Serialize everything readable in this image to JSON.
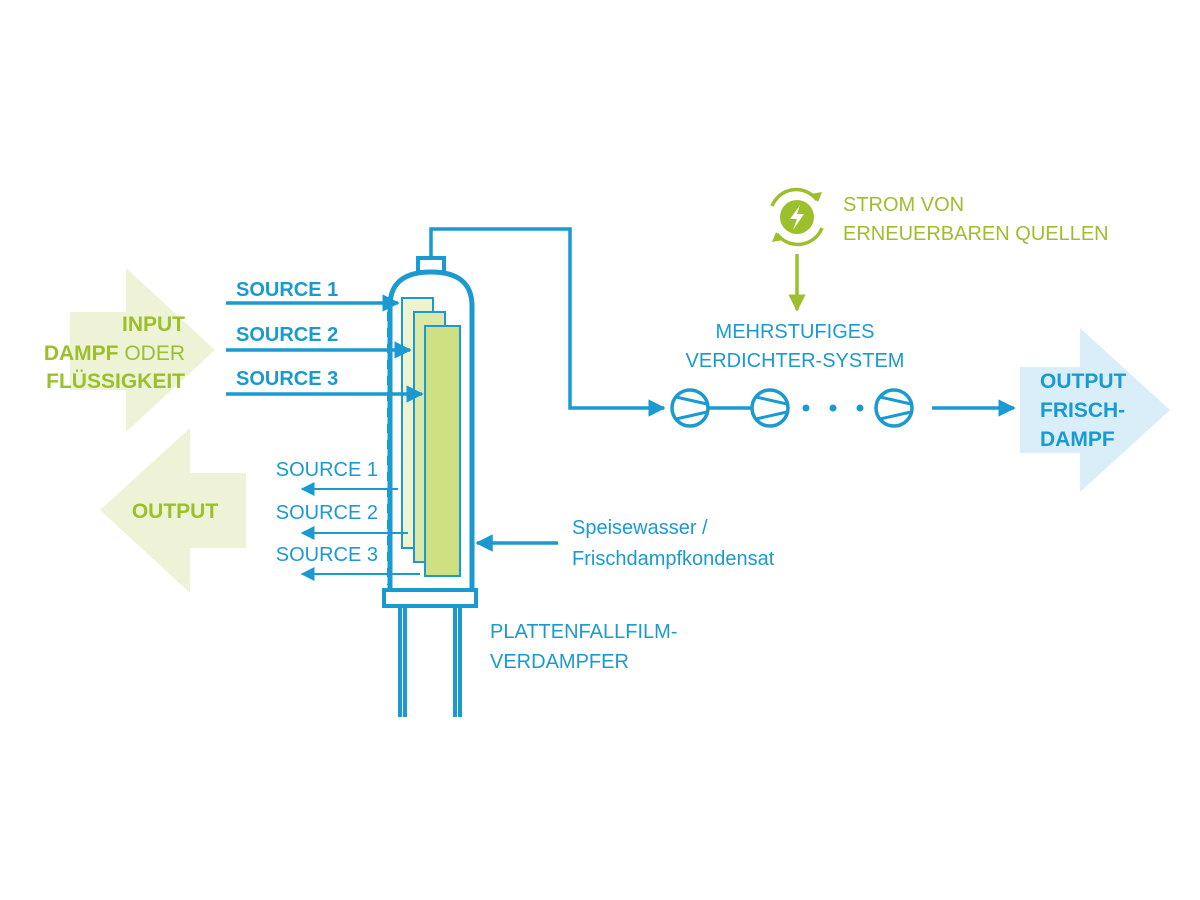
{
  "colors": {
    "blue": "#1a9ad0",
    "green": "#9cbf2c",
    "pale_green": "#eef3d8",
    "pale_blue": "#d9eef8",
    "plate_light": "#eef4d0",
    "plate_mid": "#dbe9a8",
    "plate_dark": "#cfe083"
  },
  "input": {
    "line1": "INPUT",
    "line2_bold": "DAMPF",
    "line2_regular": " ODER",
    "line3": "FLÜSSIGKEIT"
  },
  "output_left": {
    "label": "OUTPUT"
  },
  "sources_in": [
    "SOURCE 1",
    "SOURCE 2",
    "SOURCE 3"
  ],
  "sources_out": [
    "SOURCE 1",
    "SOURCE 2",
    "SOURCE 3"
  ],
  "feedwater": {
    "line1": "Speisewasser /",
    "line2": "Frischdampfkondensat"
  },
  "evaporator": {
    "line1": "PLATTENFALLFILM-",
    "line2": "VERDAMPFER"
  },
  "compressor": {
    "line1": "MEHRSTUFIGES",
    "line2": "VERDICHTER-SYSTEM"
  },
  "power": {
    "line1": "STROM VON",
    "line2": "ERNEUERBAREN QUELLEN",
    "icon": "renewable-power-icon"
  },
  "output_right": {
    "line1": "OUTPUT",
    "line2": "FRISCH-",
    "line3": "DAMPF"
  }
}
